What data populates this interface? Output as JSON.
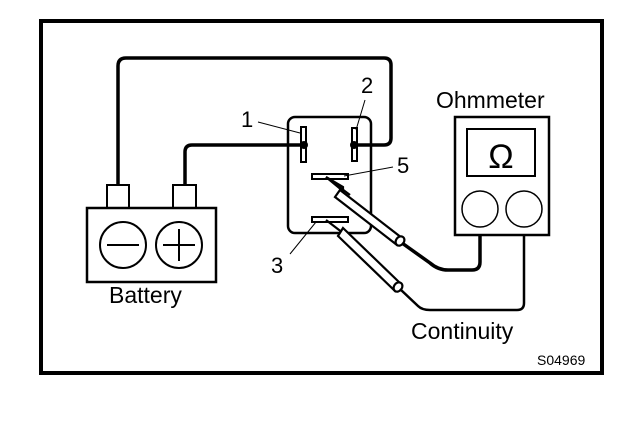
{
  "diagram": {
    "title": "Relay continuity test with battery and ohmmeter",
    "colors": {
      "ink": "#000000",
      "background": "#ffffff"
    },
    "labels": {
      "battery": "Battery",
      "ohmmeter": "Ohmmeter",
      "continuity": "Continuity",
      "figure_code": "S04969"
    },
    "ohmmeter_symbol": "Ω",
    "battery_symbols": {
      "negative": "−",
      "positive": "+"
    },
    "terminals": [
      {
        "id": "pin-1",
        "label": "1"
      },
      {
        "id": "pin-2",
        "label": "2"
      },
      {
        "id": "pin-3",
        "label": "3"
      },
      {
        "id": "pin-5",
        "label": "5"
      }
    ]
  }
}
